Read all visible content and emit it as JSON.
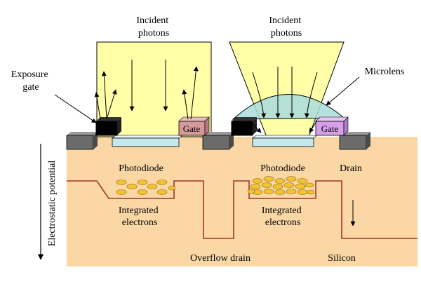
{
  "labels": {
    "incident_left": [
      "Incident",
      "photons"
    ],
    "incident_right": [
      "Incident",
      "photons"
    ],
    "exposure_gate": [
      "Exposure",
      "gate"
    ],
    "microlens": "Microlens",
    "gate_left": "Gate",
    "gate_right": "Gate",
    "photodiode_left": "Photodiode",
    "photodiode_right": "Photodiode",
    "drain": "Drain",
    "integrated_left": [
      "Integrated",
      "electrons"
    ],
    "integrated_right": [
      "Integrated",
      "electrons"
    ],
    "overflow_drain": "Overflow drain",
    "silicon": "Silicon",
    "axis": "Electrostatic potential"
  },
  "colors": {
    "silicon": "#fad7a5",
    "light": "#ffffa8",
    "microlens": "#a9dcdc",
    "photodiode": "#c4e8ec",
    "gate_left": "#d79a9a",
    "gate_right": "#d6a0e8",
    "block": "#6b6b6b",
    "exposure_block": "#000000",
    "potential_line": "#a0352a",
    "electron": "#f2c230",
    "arrow": "#000000"
  },
  "diagram": {
    "pixels": [
      {
        "side": "left",
        "electrons_shown": 9
      },
      {
        "side": "right",
        "electrons_shown": 18
      }
    ]
  }
}
